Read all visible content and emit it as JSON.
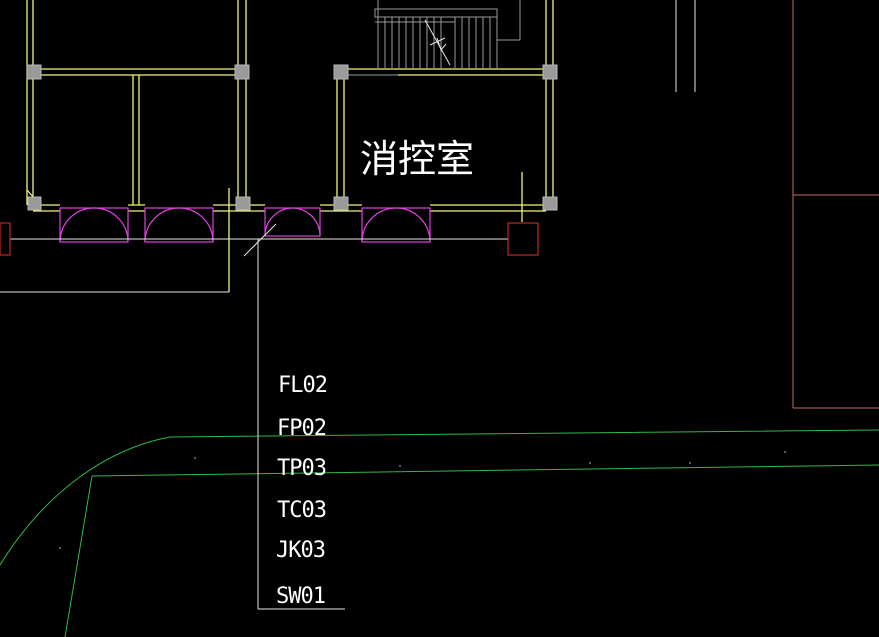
{
  "drawing": {
    "room_label": "消控室",
    "cable_labels": [
      "FL02",
      "FP02",
      "TP03",
      "TC03",
      "JK03",
      "SW01"
    ]
  },
  "colors": {
    "background": "#000000",
    "wall": "#e8e86a",
    "door": "#e040e0",
    "column": "#9a9a9a",
    "boundary": "#e03030",
    "road": "#2fb84a",
    "leader": "#e6e6e6"
  }
}
